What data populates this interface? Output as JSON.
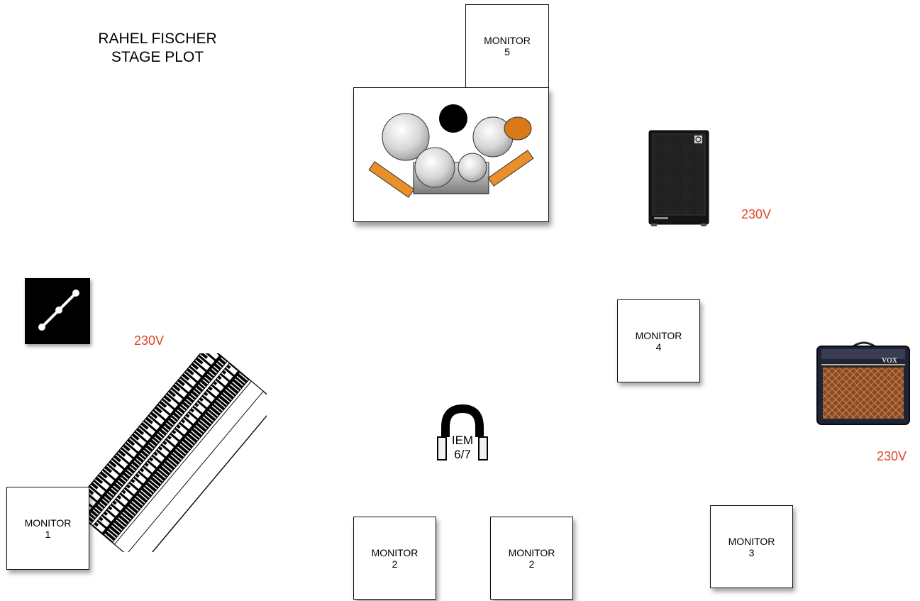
{
  "title": {
    "line1": "RAHEL FISCHER",
    "line2": "STAGE PLOT"
  },
  "monitors": [
    {
      "label": "MONITOR",
      "number": "1"
    },
    {
      "label": "MONITOR",
      "number": "2"
    },
    {
      "label": "MONITOR",
      "number": "2"
    },
    {
      "label": "MONITOR",
      "number": "3"
    },
    {
      "label": "MONITOR",
      "number": "4"
    },
    {
      "label": "MONITOR",
      "number": "5"
    }
  ],
  "power": {
    "keys": "230V",
    "bass": "230V",
    "guitar": "230V"
  },
  "iem": {
    "line1": "IEM",
    "line2": "6/7"
  },
  "amp_badges": {
    "guitar_brand": "VOX"
  },
  "colors": {
    "voltage": "#e0462a",
    "cymbal": "#e8902a",
    "hihat": "#d8791a"
  }
}
